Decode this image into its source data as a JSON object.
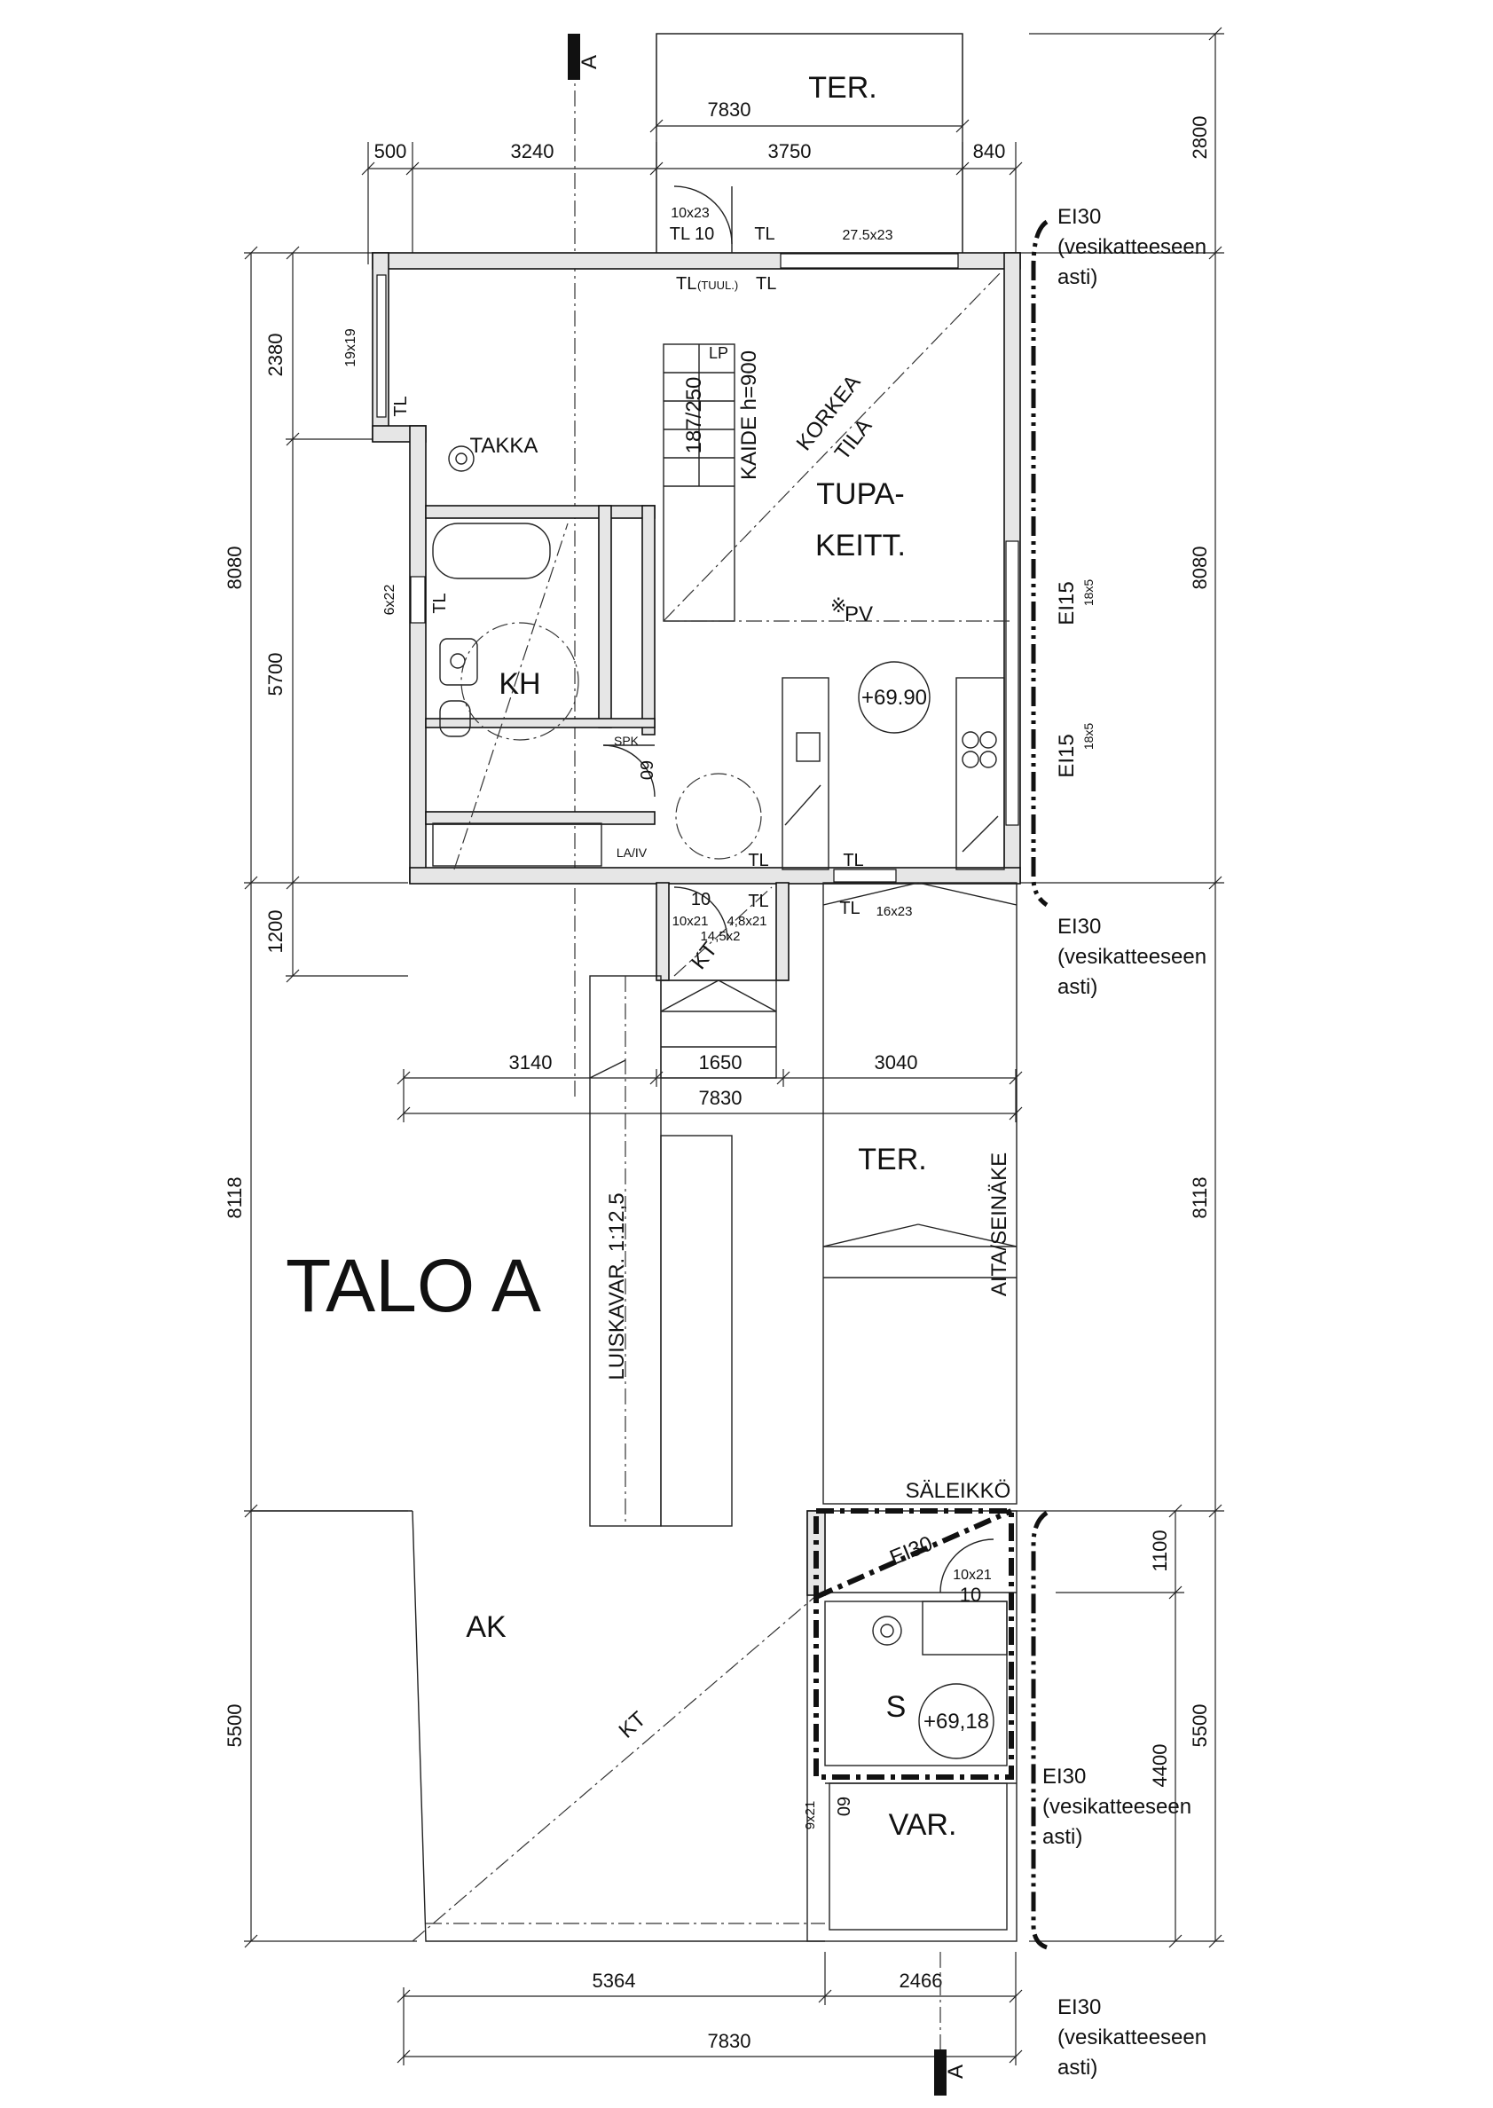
{
  "title": "TALO A",
  "rooms": {
    "ter_top": "TER.",
    "tupa_1": "TUPA-",
    "tupa_2": "KEITT.",
    "kh": "KH",
    "ter_mid": "TER.",
    "ak": "AK",
    "s": "S",
    "var": "VAR."
  },
  "labels": {
    "takka": "TAKKA",
    "korkea": "KORKEA",
    "tila": "TILA",
    "pv": "PV",
    "kaide": "KAIDE h=900",
    "stair": "187/250",
    "lp": "LP",
    "spk": "SPK",
    "lav": "LA/IV",
    "luiskavar": "LUISKAVAR. 1:12,5",
    "aita": "AITA/SEINÄKE",
    "saleikko": "SÄLEIKKÖ",
    "ei30_diag": "EI30",
    "kt_upper": "KT",
    "kt_lower": "KT",
    "section_top": "A",
    "section_bottom": "A"
  },
  "levels": {
    "upper": "+69.90",
    "lower": "+69,18"
  },
  "windows_doors": {
    "w_10x23": "10x23",
    "tl10": "TL 10",
    "tl_a": "TL",
    "w_275x23": "27.5x23",
    "tl_tuul": "TL",
    "tuul": "(TUUL.)",
    "tl_b": "TL",
    "w_19x19": "19x19",
    "tl_c": "TL",
    "w_6x22": "6x22",
    "tl_d": "TL",
    "ei15_a": "EI15",
    "w_18x5_a": "18x5",
    "ei15_b": "EI15",
    "w_18x5_b": "18x5",
    "d_60": "60",
    "tl_e": "TL",
    "tl_f": "TL",
    "d_10": "10",
    "tl_g": "TL",
    "w_10x21": "10x21",
    "w_48x21": "4,8x21",
    "w_145x2": "14,5x2",
    "tl_h": "TL",
    "w_16x23": "16x23",
    "w_10x21_b": "10x21",
    "d_10_b": "10",
    "w_9x21": "9x21",
    "d_60_b": "60"
  },
  "fire_notes": [
    {
      "l1": "EI30",
      "l2": "(vesikatteeseen",
      "l3": "asti)"
    },
    {
      "l1": "EI30",
      "l2": "(vesikatteeseen",
      "l3": "asti)"
    },
    {
      "l1": "EI30",
      "l2": "(vesikatteeseen",
      "l3": "asti)"
    },
    {
      "l1": "EI30",
      "l2": "(vesikatteeseen",
      "l3": "asti)"
    }
  ],
  "dimensions": {
    "top_total": "7830",
    "top_500": "500",
    "top_3240": "3240",
    "top_3750": "3750",
    "top_840": "840",
    "left_2380": "2380",
    "left_8080": "8080",
    "left_5700": "5700",
    "left_1200": "1200",
    "left_8118": "8118",
    "left_5500": "5500",
    "right_2800": "2800",
    "right_8080": "8080",
    "right_8118": "8118",
    "right_1100": "1100",
    "right_5500": "5500",
    "right_4400": "4400",
    "mid_3140": "3140",
    "mid_1650": "1650",
    "mid_3040": "3040",
    "mid_7830": "7830",
    "bot_5364": "5364",
    "bot_2466": "2466",
    "bot_7830": "7830"
  }
}
